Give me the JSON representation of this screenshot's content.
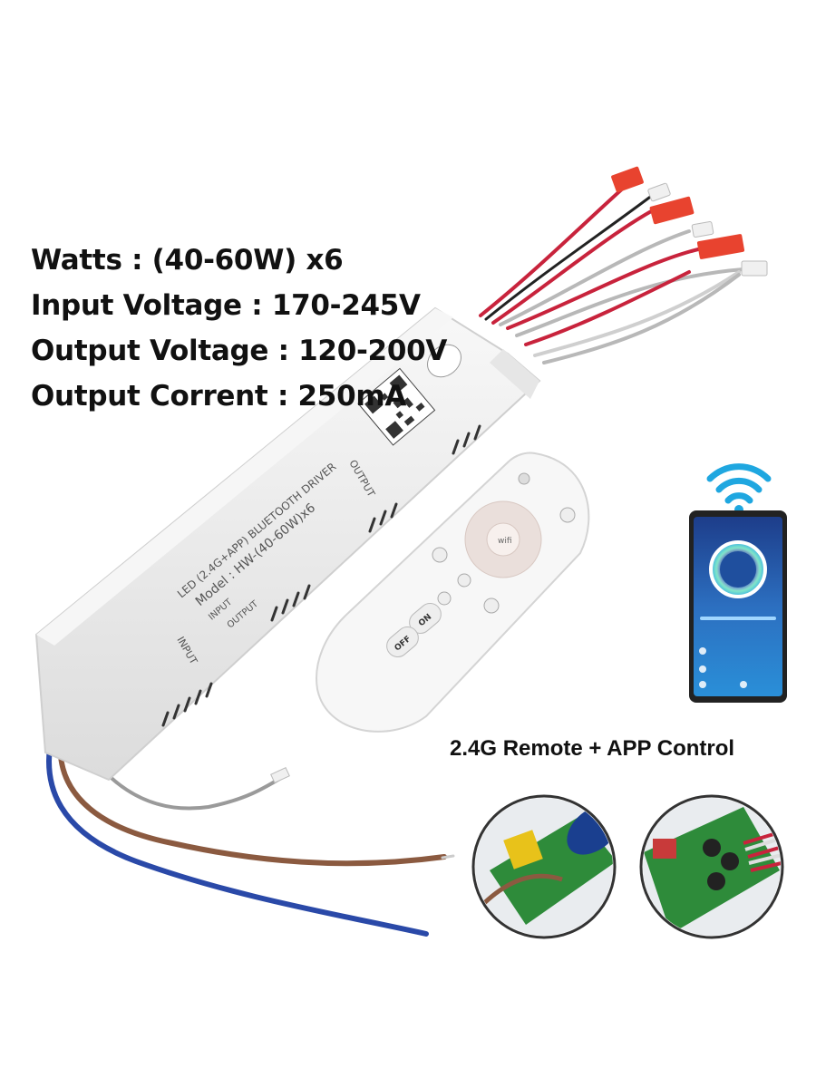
{
  "specs": [
    "Watts : (40-60W) x6",
    "Input Voltage : 170-245V",
    "Output Voltage : 120-200V",
    "Output Corrent : 250mA"
  ],
  "caption": "2.4G Remote + APP Control",
  "driver_labels": {
    "model_line1": "LED (2.4G+APP) BLUETOOTH DRIVER",
    "model_line2": "Model : HW-(40-60W)x6",
    "input_label": "INPUT",
    "output_label": "OUTPUT",
    "side_input": "INPUT",
    "side_output": "OUTPUT"
  },
  "remote_buttons": {
    "on": "ON",
    "off": "OFF"
  },
  "colors": {
    "driver_body": "#efefef",
    "wire_red": "#c8233c",
    "wire_gray": "#b8b8b8",
    "connector_red": "#e8432f",
    "wire_brown": "#8b5a40",
    "wire_blue": "#2a49a8",
    "wifi_blue": "#1fa7e0",
    "pcb_green": "#2e8b3a"
  }
}
